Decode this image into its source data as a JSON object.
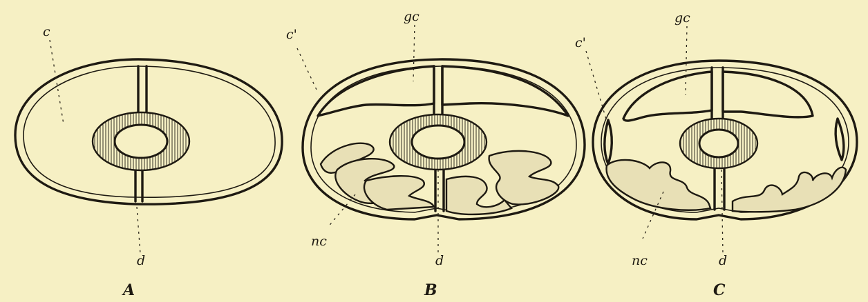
{
  "panels": [
    {
      "caption": "A",
      "labels": {
        "c": "c",
        "d": "d"
      }
    },
    {
      "caption": "B",
      "labels": {
        "c_prime": "c'",
        "gc": "gc",
        "nc": "nc",
        "d": "d"
      }
    },
    {
      "caption": "C",
      "labels": {
        "c_prime": "c'",
        "gc": "gc",
        "nc": "nc",
        "d": "d"
      }
    }
  ],
  "colors": {
    "paper": "#f6f0c4",
    "ink": "#1e1a12"
  }
}
